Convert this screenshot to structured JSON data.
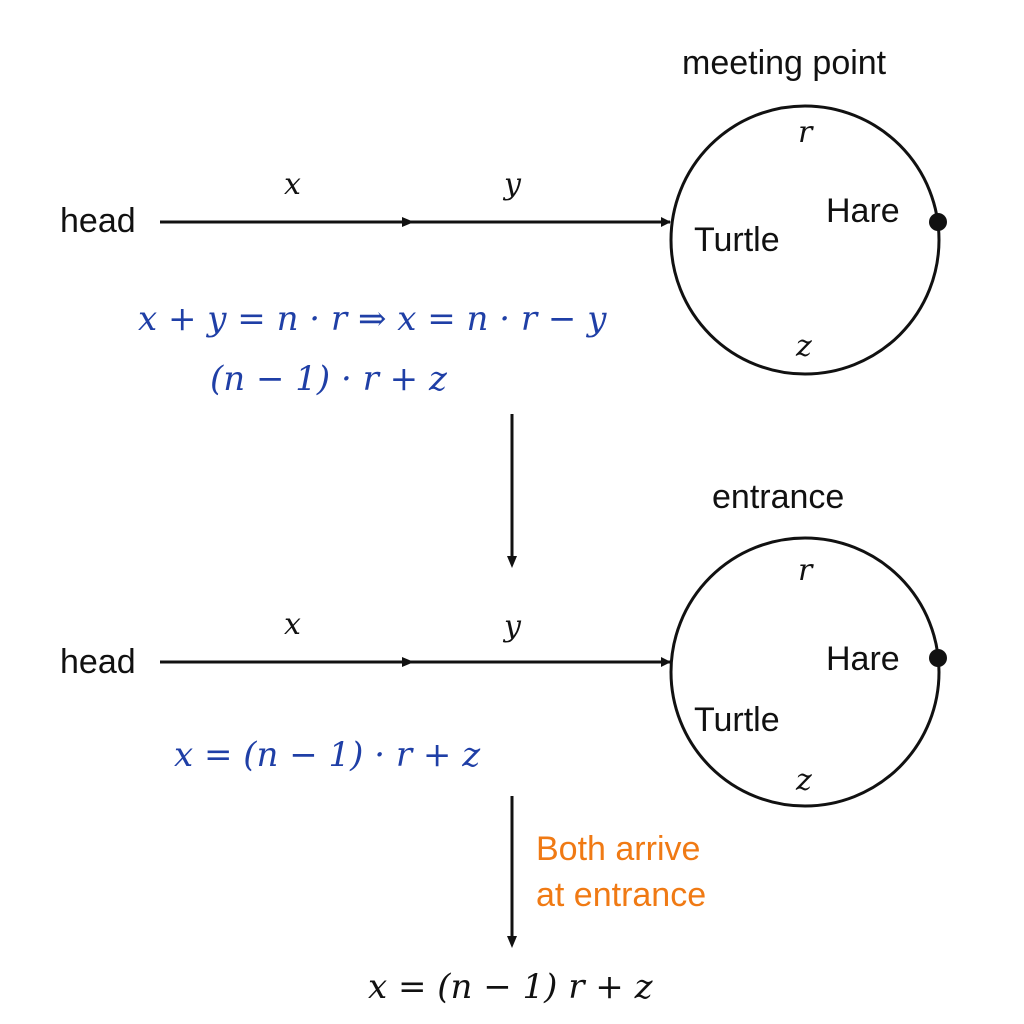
{
  "colors": {
    "line": "#111111",
    "equation_blue": "#1f3fa6",
    "note_orange": "#f07a14"
  },
  "top": {
    "head_label": "head",
    "seg1_label": "x",
    "seg2_label": "y",
    "circle_title": "meeting point",
    "circle_top_label": "r",
    "circle_bottom_label": "z",
    "turtle_label": "Turtle",
    "hare_label": "Hare",
    "equation_line1": "x + y = n · r ⇒ x = n · r − y",
    "equation_line2": "(n − 1) · r + z"
  },
  "bottom": {
    "head_label": "head",
    "seg1_label": "x",
    "seg2_label": "y",
    "circle_title": "entrance",
    "circle_top_label": "r",
    "circle_bottom_label": "z",
    "turtle_label": "Turtle",
    "hare_label": "Hare",
    "equation": "x = (n − 1) · r + z"
  },
  "note": {
    "line1": "Both arrive",
    "line2": "at entrance"
  },
  "final_equation": "x = (n − 1) r + z"
}
